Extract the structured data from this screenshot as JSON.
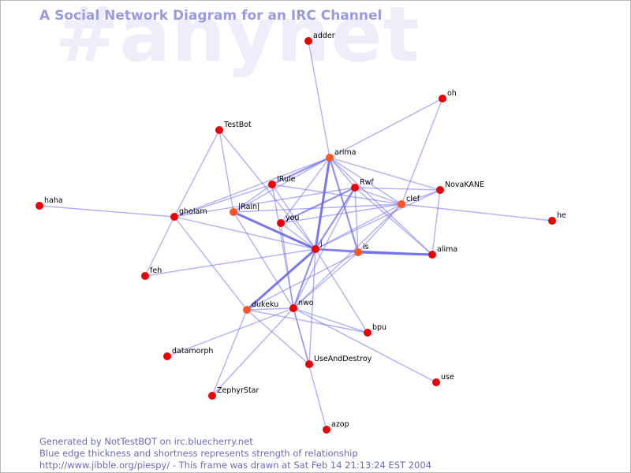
{
  "watermark": "#anynet",
  "title": "A Social Network Diagram for an IRC Channel",
  "footer": {
    "line1": "Generated by NotTestBOT on irc.bluecherry.net",
    "line2": "Blue edge thickness and shortness represents strength of relationship",
    "line3": "http://www.jibble.org/piespy/ - This frame was drawn at Sat Feb 14 21:13:24 EST 2004"
  },
  "colors": {
    "node_red": "#ee0000",
    "node_orange": "#ff5522",
    "edge": "#7070ee"
  },
  "nodes": [
    {
      "id": "adder",
      "label": "adder",
      "color": "red"
    },
    {
      "id": "oh",
      "label": "oh",
      "color": "red"
    },
    {
      "id": "TestBot",
      "label": "TestBot",
      "color": "red"
    },
    {
      "id": "arima",
      "label": "arima",
      "color": "orange"
    },
    {
      "id": "IRule",
      "label": "IRule",
      "color": "red"
    },
    {
      "id": "Rwf",
      "label": "Rwf",
      "color": "red"
    },
    {
      "id": "NovaKANE",
      "label": "NovaKANE",
      "color": "red"
    },
    {
      "id": "clef",
      "label": "clef",
      "color": "orange"
    },
    {
      "id": "haha",
      "label": "haha",
      "color": "red"
    },
    {
      "id": "gholam",
      "label": "gholam",
      "color": "red"
    },
    {
      "id": "Rain",
      "label": "|Rain|",
      "color": "orange"
    },
    {
      "id": "you",
      "label": "you",
      "color": "red"
    },
    {
      "id": "he",
      "label": "he",
      "color": "red"
    },
    {
      "id": "j",
      "label": "j",
      "color": "red"
    },
    {
      "id": "is",
      "label": "is",
      "color": "orange"
    },
    {
      "id": "alima",
      "label": "alima",
      "color": "red"
    },
    {
      "id": "feh",
      "label": "feh",
      "color": "red"
    },
    {
      "id": "dukeku",
      "label": "dukeku",
      "color": "orange"
    },
    {
      "id": "nwo",
      "label": "nwo",
      "color": "red"
    },
    {
      "id": "bpu",
      "label": "bpu",
      "color": "red"
    },
    {
      "id": "datamorph",
      "label": "datamorph",
      "color": "red"
    },
    {
      "id": "UseAndDestroy",
      "label": "UseAndDestroy",
      "color": "red"
    },
    {
      "id": "use",
      "label": "use",
      "color": "red"
    },
    {
      "id": "ZephyrStar",
      "label": "ZephyrStar",
      "color": "red"
    },
    {
      "id": "azop",
      "label": "azop",
      "color": "red"
    }
  ],
  "edges": [
    {
      "source": "adder",
      "target": "arima",
      "weight": 1
    },
    {
      "source": "oh",
      "target": "arima",
      "weight": 1
    },
    {
      "source": "oh",
      "target": "clef",
      "weight": 1
    },
    {
      "source": "TestBot",
      "target": "Rain",
      "weight": 1
    },
    {
      "source": "TestBot",
      "target": "gholam",
      "weight": 1
    },
    {
      "source": "TestBot",
      "target": "j",
      "weight": 1
    },
    {
      "source": "arima",
      "target": "j",
      "weight": 3
    },
    {
      "source": "arima",
      "target": "is",
      "weight": 2
    },
    {
      "source": "arima",
      "target": "IRule",
      "weight": 2
    },
    {
      "source": "arima",
      "target": "gholam",
      "weight": 1
    },
    {
      "source": "arima",
      "target": "you",
      "weight": 1
    },
    {
      "source": "arima",
      "target": "Rwf",
      "weight": 1
    },
    {
      "source": "arima",
      "target": "NovaKANE",
      "weight": 1
    },
    {
      "source": "arima",
      "target": "clef",
      "weight": 1
    },
    {
      "source": "arima",
      "target": "alima",
      "weight": 1
    },
    {
      "source": "arima",
      "target": "Rain",
      "weight": 1
    },
    {
      "source": "IRule",
      "target": "Rain",
      "weight": 1
    },
    {
      "source": "IRule",
      "target": "clef",
      "weight": 1
    },
    {
      "source": "IRule",
      "target": "nwo",
      "weight": 1
    },
    {
      "source": "IRule",
      "target": "j",
      "weight": 1
    },
    {
      "source": "Rwf",
      "target": "j",
      "weight": 2
    },
    {
      "source": "Rwf",
      "target": "you",
      "weight": 2
    },
    {
      "source": "Rwf",
      "target": "is",
      "weight": 1
    },
    {
      "source": "Rwf",
      "target": "clef",
      "weight": 1
    },
    {
      "source": "Rwf",
      "target": "NovaKANE",
      "weight": 1
    },
    {
      "source": "Rwf",
      "target": "alima",
      "weight": 1
    },
    {
      "source": "Rwf",
      "target": "gholam",
      "weight": 1
    },
    {
      "source": "Rwf",
      "target": "nwo",
      "weight": 1
    },
    {
      "source": "NovaKANE",
      "target": "clef",
      "weight": 1
    },
    {
      "source": "NovaKANE",
      "target": "alima",
      "weight": 1
    },
    {
      "source": "NovaKANE",
      "target": "j",
      "weight": 1
    },
    {
      "source": "clef",
      "target": "he",
      "weight": 1
    },
    {
      "source": "clef",
      "target": "j",
      "weight": 1
    },
    {
      "source": "clef",
      "target": "is",
      "weight": 1
    },
    {
      "source": "clef",
      "target": "you",
      "weight": 1
    },
    {
      "source": "clef",
      "target": "nwo",
      "weight": 1
    },
    {
      "source": "clef",
      "target": "Rain",
      "weight": 1
    },
    {
      "source": "haha",
      "target": "gholam",
      "weight": 1
    },
    {
      "source": "gholam",
      "target": "j",
      "weight": 1
    },
    {
      "source": "gholam",
      "target": "dukeku",
      "weight": 1
    },
    {
      "source": "gholam",
      "target": "feh",
      "weight": 1
    },
    {
      "source": "gholam",
      "target": "IRule",
      "weight": 1
    },
    {
      "source": "Rain",
      "target": "j",
      "weight": 3
    },
    {
      "source": "Rain",
      "target": "nwo",
      "weight": 1
    },
    {
      "source": "you",
      "target": "j",
      "weight": 1
    },
    {
      "source": "you",
      "target": "nwo",
      "weight": 1
    },
    {
      "source": "j",
      "target": "is",
      "weight": 2
    },
    {
      "source": "j",
      "target": "alima",
      "weight": 2
    },
    {
      "source": "j",
      "target": "dukeku",
      "weight": 3
    },
    {
      "source": "j",
      "target": "nwo",
      "weight": 2
    },
    {
      "source": "j",
      "target": "bpu",
      "weight": 1
    },
    {
      "source": "j",
      "target": "UseAndDestroy",
      "weight": 1
    },
    {
      "source": "j",
      "target": "feh",
      "weight": 1
    },
    {
      "source": "is",
      "target": "alima",
      "weight": 3
    },
    {
      "source": "is",
      "target": "nwo",
      "weight": 1
    },
    {
      "source": "is",
      "target": "dukeku",
      "weight": 1
    },
    {
      "source": "nwo",
      "target": "bpu",
      "weight": 1
    },
    {
      "source": "nwo",
      "target": "UseAndDestroy",
      "weight": 1
    },
    {
      "source": "nwo",
      "target": "use",
      "weight": 1
    },
    {
      "source": "nwo",
      "target": "datamorph",
      "weight": 1
    },
    {
      "source": "nwo",
      "target": "ZephyrStar",
      "weight": 1
    },
    {
      "source": "nwo",
      "target": "dukeku",
      "weight": 1
    },
    {
      "source": "nwo",
      "target": "azop",
      "weight": 1
    },
    {
      "source": "dukeku",
      "target": "bpu",
      "weight": 1
    },
    {
      "source": "dukeku",
      "target": "ZephyrStar",
      "weight": 1
    },
    {
      "source": "dukeku",
      "target": "UseAndDestroy",
      "weight": 1
    }
  ]
}
